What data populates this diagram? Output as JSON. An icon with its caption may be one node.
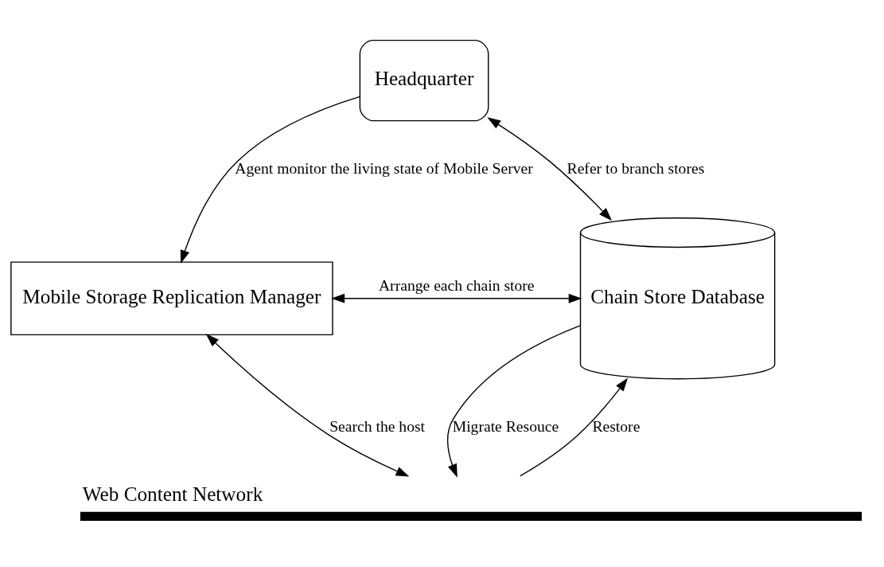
{
  "diagram": {
    "nodes": [
      {
        "text": [
          "Headquarter"
        ]
      },
      {
        "text": [
          "Chain Store Database"
        ]
      },
      {
        "text": [
          "Mobile Storage Replication Manager"
        ]
      },
      {
        "text": [
          "Web Content Network"
        ]
      }
    ],
    "edges": [
      {
        "from": 1,
        "to": 0,
        "arrow": "both",
        "label": "Refer to branch stores"
      },
      {
        "from": 0,
        "to": 2,
        "arrow": "to",
        "label": "Agent monitor the living state of Mobile Server"
      },
      {
        "from": 2,
        "to": 1,
        "arrow": "both",
        "label": "Arrange each chain store"
      },
      {
        "from": 2,
        "to": 3,
        "arrow": "both",
        "label": "Search the host"
      },
      {
        "from": 1,
        "to": 3,
        "arrow": "to",
        "label": "Migrate Resouce"
      },
      {
        "from": 3,
        "to": 1,
        "arrow": "to",
        "label": "Restore"
      }
    ]
  }
}
